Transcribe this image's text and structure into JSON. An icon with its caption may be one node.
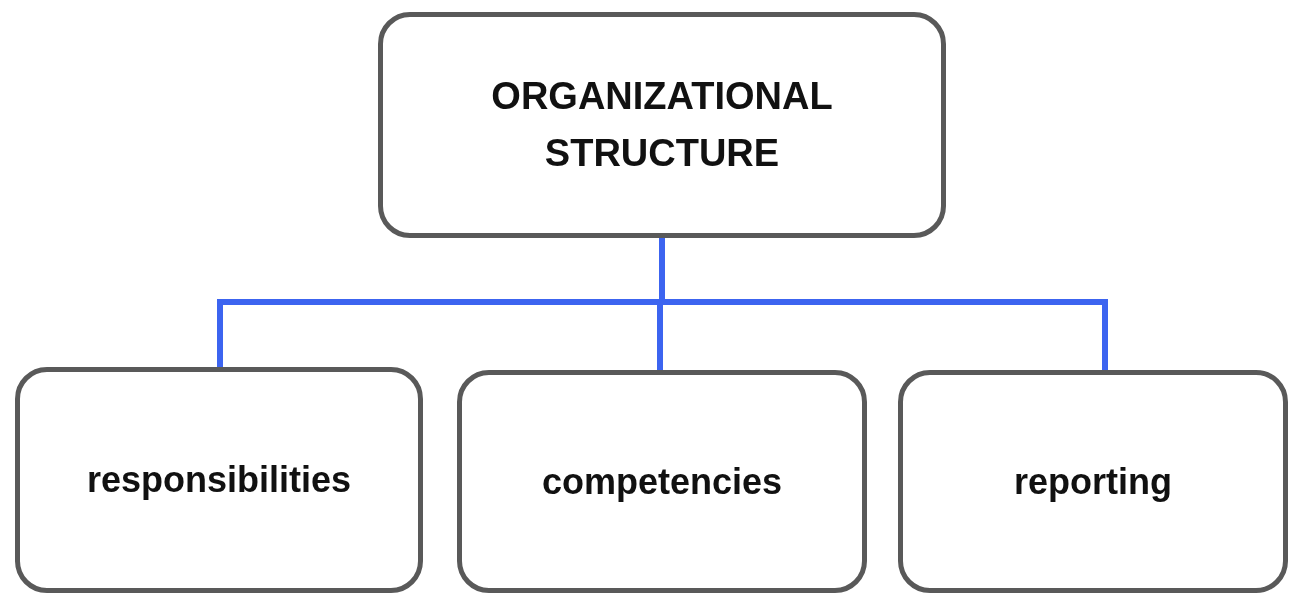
{
  "diagram": {
    "nodes": [
      {
        "text": [
          "ORGANIZATIONAL STRUCTURE"
        ]
      },
      {
        "text": [
          "responsibilities"
        ]
      },
      {
        "text": [
          "competencies"
        ]
      },
      {
        "text": [
          "reporting"
        ]
      }
    ],
    "edges": [
      {
        "from": 0,
        "to": 1,
        "arrow": "none"
      },
      {
        "from": 0,
        "to": 2,
        "arrow": "none"
      },
      {
        "from": 0,
        "to": 3,
        "arrow": "none"
      }
    ]
  }
}
